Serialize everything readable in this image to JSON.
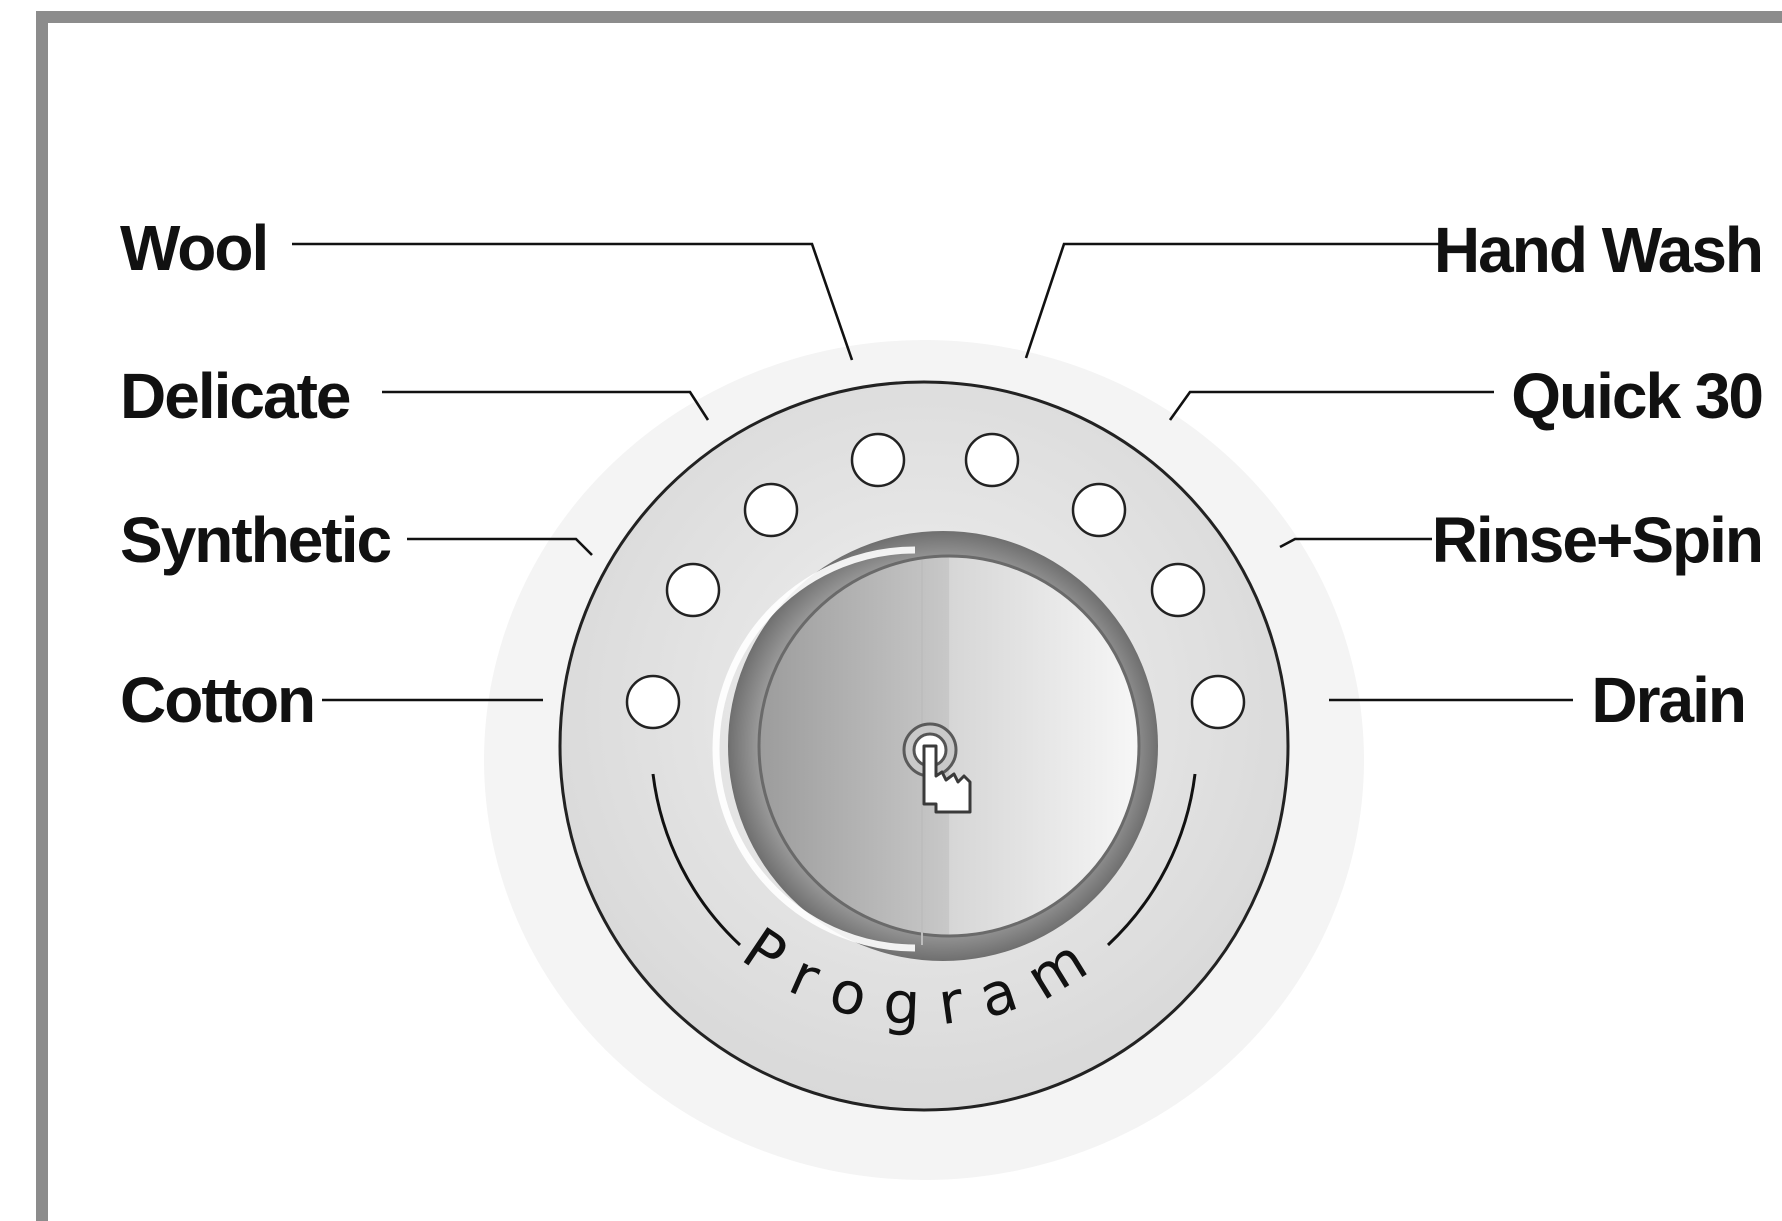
{
  "panel": {
    "title": "Program"
  },
  "programs": [
    {
      "id": "wool",
      "label": "Wool",
      "side": "left"
    },
    {
      "id": "delicate",
      "label": "Delicate",
      "side": "left"
    },
    {
      "id": "synthetic",
      "label": "Synthetic",
      "side": "left"
    },
    {
      "id": "cotton",
      "label": "Cotton",
      "side": "left"
    },
    {
      "id": "hand-wash",
      "label": "Hand Wash",
      "side": "right"
    },
    {
      "id": "quick-30",
      "label": "Quick 30",
      "side": "right"
    },
    {
      "id": "rinse-spin",
      "label": "Rinse+Spin",
      "side": "right"
    },
    {
      "id": "drain",
      "label": "Drain",
      "side": "right"
    }
  ],
  "knob": {
    "icon": "touch-hand-icon",
    "ring_text": "Program"
  },
  "colors": {
    "frame": "#8c8c8c",
    "ring_face": "#e6e6e6",
    "knob_dark": "#a9a9a9",
    "knob_light": "#f2f2f2",
    "ink": "#111111"
  }
}
